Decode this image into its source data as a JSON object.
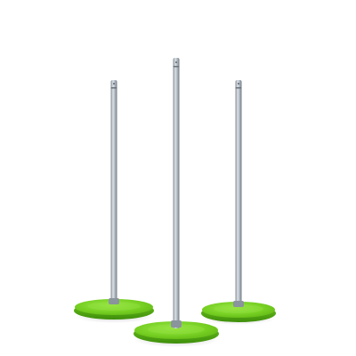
{
  "image": {
    "background_color": "#ffffff",
    "objects": [
      {
        "name": "pole-stand-left",
        "pole_color": "#aab3bb",
        "base_color": "#7ed321"
      },
      {
        "name": "pole-stand-center",
        "pole_color": "#aab3bb",
        "base_color": "#7ed321"
      },
      {
        "name": "pole-stand-right",
        "pole_color": "#aab3bb",
        "base_color": "#7ed321"
      }
    ]
  }
}
